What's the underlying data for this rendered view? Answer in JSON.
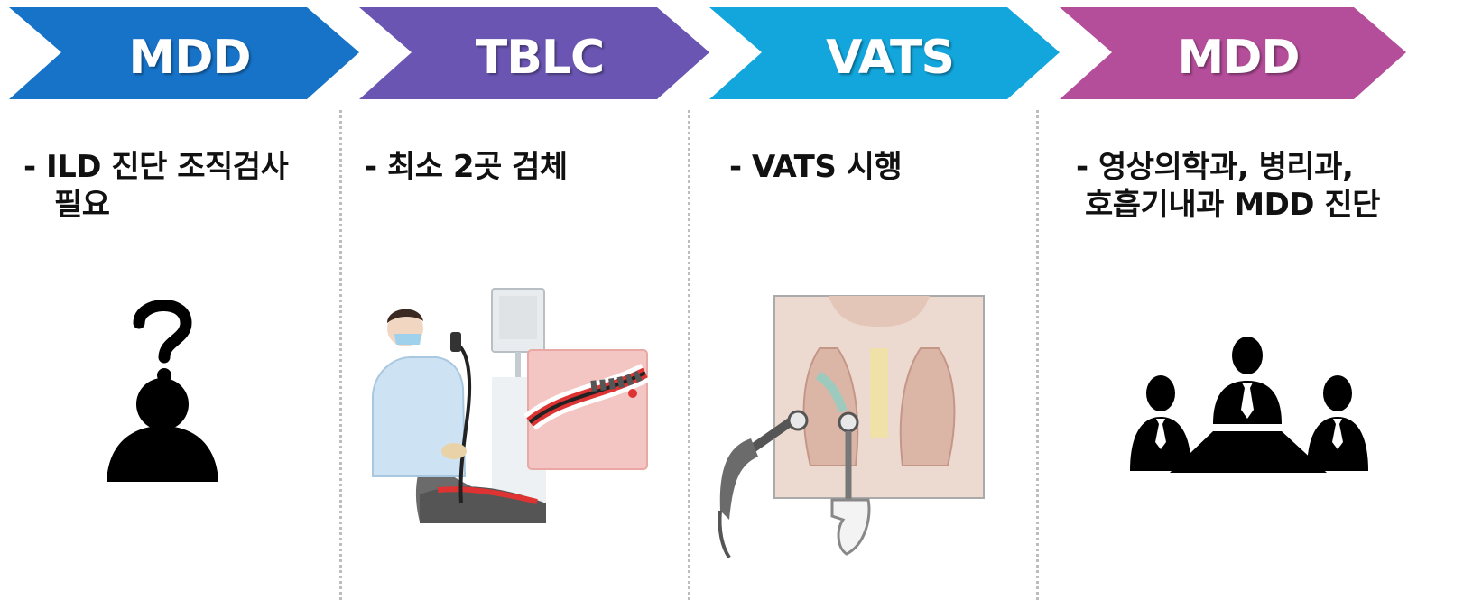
{
  "steps": [
    {
      "title": "MDD",
      "color": "#1773C8",
      "desc_line1": "- ILD 진단 조직검사",
      "desc_line2": "필요",
      "icon": "person-question-icon"
    },
    {
      "title": "TBLC",
      "color": "#6A56B2",
      "desc_line1": "- 최소 2곳 검체",
      "desc_line2": "",
      "icon": "bronchoscopy-illustration"
    },
    {
      "title": "VATS",
      "color": "#12A6DC",
      "desc_line1": "- VATS 시행",
      "desc_line2": "",
      "icon": "vats-illustration"
    },
    {
      "title": "MDD",
      "color": "#B44D9A",
      "desc_line1": "- 영상의학과, 병리과,",
      "desc_line2": "호흡기내과 MDD 진단",
      "icon": "meeting-team-icon"
    }
  ]
}
